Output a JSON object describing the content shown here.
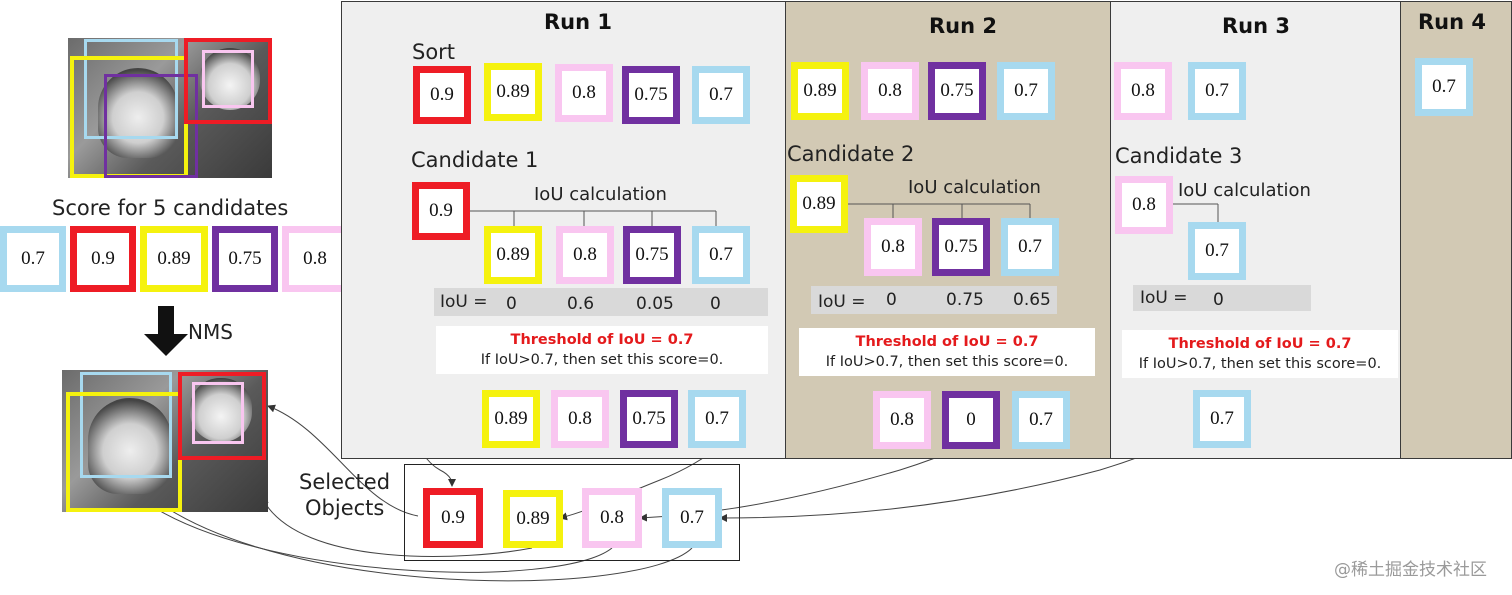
{
  "colors": {
    "red": "#ee1c25",
    "yellow": "#f5f20e",
    "pink": "#f9c6f0",
    "purple": "#7030a0",
    "lightblue": "#a7d9ef",
    "panel_light": "#efefef",
    "panel_dark": "#d2c9b4",
    "threshold_red": "#e41a1c"
  },
  "left": {
    "score_label": "Score for 5 candidates",
    "scores": [
      "0.7",
      "0.9",
      "0.89",
      "0.75",
      "0.8"
    ],
    "nms_label": "NMS"
  },
  "selected": {
    "label_line1": "Selected",
    "label_line2": "Objects",
    "values": [
      "0.9",
      "0.89",
      "0.8",
      "0.7"
    ]
  },
  "runs": [
    {
      "title": "Run 1",
      "sort_label": "Sort",
      "sorted": [
        "0.9",
        "0.89",
        "0.8",
        "0.75",
        "0.7"
      ],
      "candidate_label": "Candidate 1",
      "candidate": "0.9",
      "iou_calc_label": "IoU calculation",
      "compared": [
        "0.89",
        "0.8",
        "0.75",
        "0.7"
      ],
      "iou_label": "IoU =",
      "iou_values": [
        "0",
        "0.6",
        "0.05",
        "0"
      ],
      "threshold_title": "Threshold of IoU = 0.7",
      "threshold_note": "If IoU>0.7, then set this score=0.",
      "result": [
        "0.89",
        "0.8",
        "0.75",
        "0.7"
      ]
    },
    {
      "title": "Run 2",
      "sorted": [
        "0.89",
        "0.8",
        "0.75",
        "0.7"
      ],
      "candidate_label": "Candidate 2",
      "candidate": "0.89",
      "iou_calc_label": "IoU calculation",
      "compared": [
        "0.8",
        "0.75",
        "0.7"
      ],
      "iou_label": "IoU =",
      "iou_values": [
        "0",
        "0.75",
        "0.65"
      ],
      "threshold_title": "Threshold of IoU = 0.7",
      "threshold_note": "If IoU>0.7, then set this score=0.",
      "result": [
        "0.8",
        "0",
        "0.7"
      ]
    },
    {
      "title": "Run 3",
      "sorted": [
        "0.8",
        "0.7"
      ],
      "candidate_label": "Candidate 3",
      "candidate": "0.8",
      "iou_calc_label": "IoU calculation",
      "compared": [
        "0.7"
      ],
      "iou_label": "IoU =",
      "iou_values": [
        "0"
      ],
      "threshold_title": "Threshold of IoU = 0.7",
      "threshold_note": "If IoU>0.7, then set this score=0.",
      "result": [
        "0.7"
      ]
    },
    {
      "title": "Run 4",
      "sorted": [
        "0.7"
      ]
    }
  ],
  "watermark": "@稀土掘金技术社区"
}
